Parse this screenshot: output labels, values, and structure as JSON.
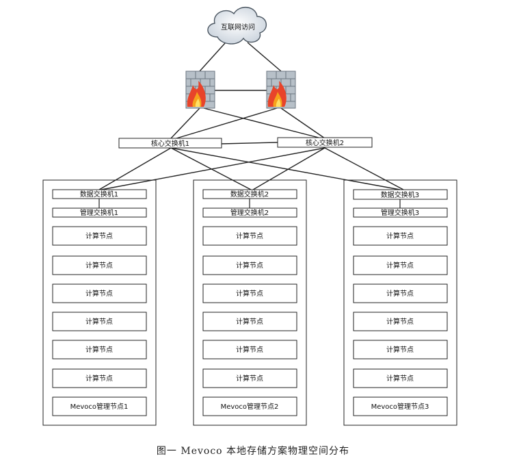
{
  "internet": {
    "label": "互联网访问"
  },
  "core_switches": [
    "核心交换机1",
    "核心交换机2"
  ],
  "racks": [
    {
      "data_switch": "数据交换机1",
      "mgmt_switch": "管理交换机1",
      "compute_nodes": [
        "计算节点",
        "计算节点",
        "计算节点",
        "计算节点",
        "计算节点",
        "计算节点"
      ],
      "mgmt_node": "Mevoco管理节点1"
    },
    {
      "data_switch": "数据交换机2",
      "mgmt_switch": "管理交换机2",
      "compute_nodes": [
        "计算节点",
        "计算节点",
        "计算节点",
        "计算节点",
        "计算节点",
        "计算节点"
      ],
      "mgmt_node": "Mevoco管理节点2"
    },
    {
      "data_switch": "数据交换机3",
      "mgmt_switch": "管理交换机3",
      "compute_nodes": [
        "计算节点",
        "计算节点",
        "计算节点",
        "计算节点",
        "计算节点",
        "计算节点"
      ],
      "mgmt_node": "Mevoco管理节点3"
    }
  ],
  "caption": "图一 Mevoco 本地存储方案物理空间分布",
  "icons": {
    "firewall": "firewall-icon",
    "cloud": "cloud-icon"
  }
}
